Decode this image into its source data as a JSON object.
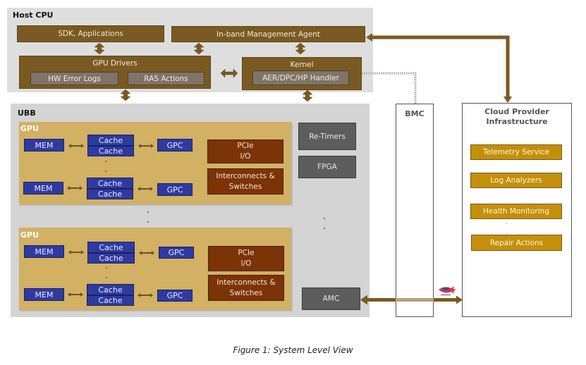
{
  "host_cpu": {
    "title": "Host CPU",
    "sdk": "SDK, Applications",
    "inband_agent": "In-band Management Agent",
    "gpu_drivers": {
      "title": "GPU Drivers",
      "hw_error_logs": "HW Error Logs",
      "ras_actions": "RAS Actions"
    },
    "kernel": {
      "title": "Kernel",
      "handler": "AER/DPC/HP Handler"
    }
  },
  "ubb": {
    "title": "UBB",
    "gpus": [
      {
        "title": "GPU",
        "rows": [
          {
            "mem": "MEM",
            "cache_top": "Cache",
            "cache_bottom": "Cache",
            "gpc": "GPC"
          },
          {
            "mem": "MEM",
            "cache_top": "Cache",
            "cache_bottom": "Cache",
            "gpc": "GPC"
          }
        ],
        "pcie": [
          "PCIe",
          "I/O"
        ],
        "interconnects": [
          "Interconnects &",
          "Switches"
        ]
      },
      {
        "title": "GPU",
        "rows": [
          {
            "mem": "MEM",
            "cache_top": "Cache",
            "cache_bottom": "Cache",
            "gpc": "GPC"
          },
          {
            "mem": "MEM",
            "cache_top": "Cache",
            "cache_bottom": "Cache",
            "gpc": "GPC"
          }
        ],
        "pcie": [
          "PCIe",
          "I/O"
        ],
        "interconnects": [
          "Interconnects &",
          "Switches"
        ]
      }
    ],
    "retimers": "Re-Timers",
    "fpga": "FPGA",
    "amc": "AMC"
  },
  "bmc": {
    "title": "BMC"
  },
  "cloud": {
    "title_line1": "Cloud Provider",
    "title_line2": "Infrastructure",
    "services": [
      "Telemetry Service",
      "Log Analyzers",
      "Health Monitoring",
      "Repair Actions"
    ]
  },
  "caption": "Figure 1: System Level View",
  "colors": {
    "brown": "#7a5a22",
    "taupe": "#7f7466",
    "gpu_bg": "#d2b064",
    "blue": "#2f3aa0",
    "rust": "#7c3306",
    "gray": "#5d5d5d",
    "gold": "#c48f0b"
  }
}
